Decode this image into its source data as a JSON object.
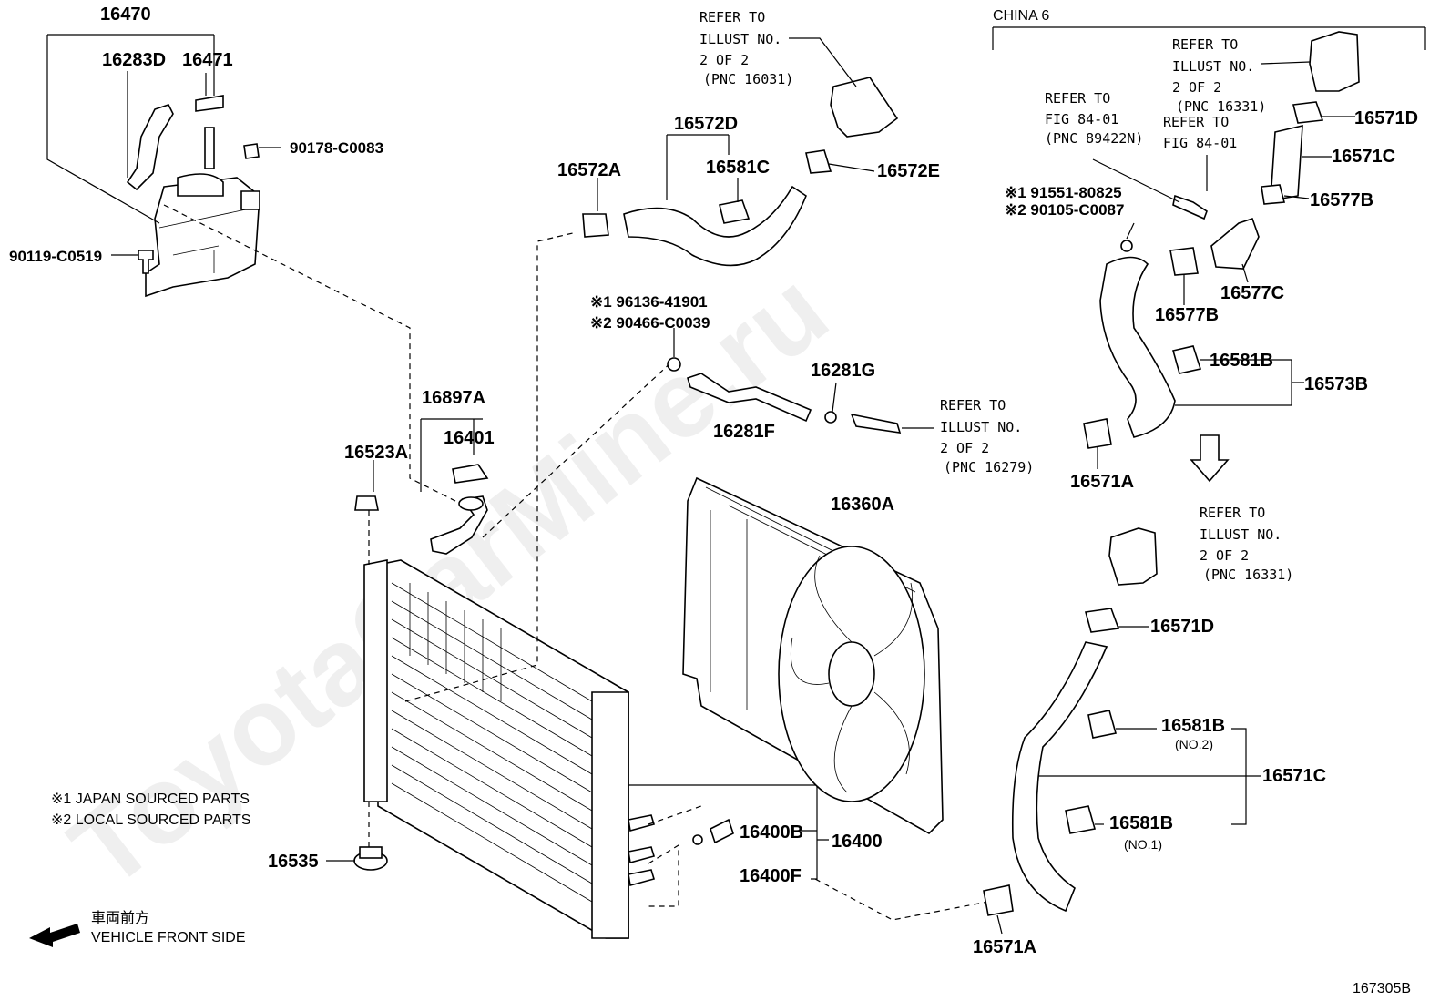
{
  "diagram_id": "167305B",
  "section_label": "CHINA 6",
  "watermark": "ToyotaCarMine.ru",
  "notes": {
    "note1": "※1 JAPAN SOURCED PARTS",
    "note2": "※2 LOCAL SOURCED PARTS",
    "front_jp": "車両前方",
    "front_en": "VEHICLE FRONT SIDE"
  },
  "parts": {
    "p16470": "16470",
    "p16283D": "16283D",
    "p16471": "16471",
    "p90178": "90178-C0083",
    "p90119": "90119-C0519",
    "p16572A": "16572A",
    "p16572D": "16572D",
    "p16581C": "16581C",
    "p16572E": "16572E",
    "p16897A": "16897A",
    "p16401": "16401",
    "p16523A": "16523A",
    "p96136_j": "※1 96136-41901",
    "p90466_l": "※2 90466-C0039",
    "p16281G": "16281G",
    "p16281F": "16281F",
    "p16360A": "16360A",
    "p16400B": "16400B",
    "p16400": "16400",
    "p16400F": "16400F",
    "p16535": "16535",
    "p16571D_top": "16571D",
    "p16571C_top": "16571C",
    "p16577B_r": "16577B",
    "p91551_j": "※1 91551-80825",
    "p90105_l": "※2 90105-C0087",
    "p16577C": "16577C",
    "p16577B_l": "16577B",
    "p16581B_top": "16581B",
    "p16573B": "16573B",
    "p16571A_top": "16571A",
    "p16571D_bot": "16571D",
    "p16581B_no2": "16581B",
    "no2": "(NO.2)",
    "p16571C_bot": "16571C",
    "p16581B_no1": "16581B",
    "no1": "(NO.1)",
    "p16571A_bot": "16571A"
  },
  "refs": {
    "r16031": [
      "REFER TO",
      "ILLUST NO.",
      "2 OF 2",
      "(PNC 16031)"
    ],
    "r16279": [
      "REFER TO",
      "ILLUST NO.",
      "2 OF 2",
      "(PNC 16279)"
    ],
    "r16331_top": [
      "REFER TO",
      "ILLUST NO.",
      "2 OF 2",
      "(PNC 16331)"
    ],
    "r89422N": [
      "REFER TO",
      "FIG 84-01",
      "(PNC 89422N)"
    ],
    "r84_01": [
      "REFER TO",
      "FIG 84-01"
    ],
    "r16331_bot": [
      "REFER TO",
      "ILLUST NO.",
      "2 OF 2",
      "(PNC 16331)"
    ]
  }
}
